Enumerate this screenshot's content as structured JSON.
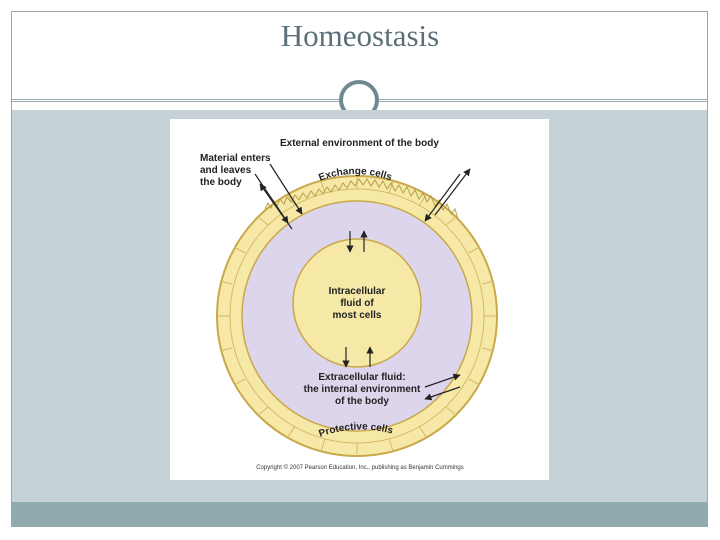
{
  "slide": {
    "title": "Homeostasis"
  },
  "figure": {
    "labels": {
      "external": "External environment of the body",
      "material_line1": "Material enters",
      "material_line2": "and leaves",
      "material_line3": "the body",
      "exchange": "Exchange cells",
      "intra_line1": "Intracellular",
      "intra_line2": "fluid of",
      "intra_line3": "most cells",
      "extra_line1": "Extracellular fluid:",
      "extra_line2": "the internal environment",
      "extra_line3": "of the body",
      "protective": "Protective cells",
      "copyright": "Copyright © 2007 Pearson Education, Inc., publishing as Benjamin Cummings"
    },
    "colors": {
      "outer_layer": "#f6e9a8",
      "layer_outline": "#c9a94a",
      "extracellular": "#ddd5eb",
      "intracellular": "#f6e9a8"
    }
  }
}
